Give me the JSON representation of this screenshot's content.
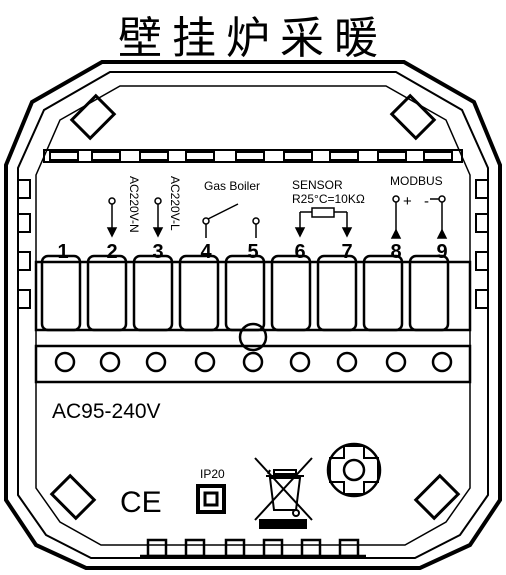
{
  "title": "壁挂炉采暖",
  "terminals": [
    "1",
    "2",
    "3",
    "4",
    "5",
    "6",
    "7",
    "8",
    "9"
  ],
  "labels": {
    "ac_n": "AC220V-N",
    "ac_l": "AC220V-L",
    "gas_boiler": "Gas Boiler",
    "sensor": "SENSOR",
    "sensor_spec": "R25°C=10KΩ",
    "modbus": "MODBUS",
    "plus": "+",
    "minus": "-"
  },
  "voltage": "AC95-240V",
  "ce_mark": "CE",
  "ip_rating": "IP20",
  "icons": {
    "ce": "ce-mark-icon",
    "double_insulation": "double-insulation-icon",
    "weee": "crossed-out-bin-icon",
    "mount": "mounting-hole-icon"
  }
}
